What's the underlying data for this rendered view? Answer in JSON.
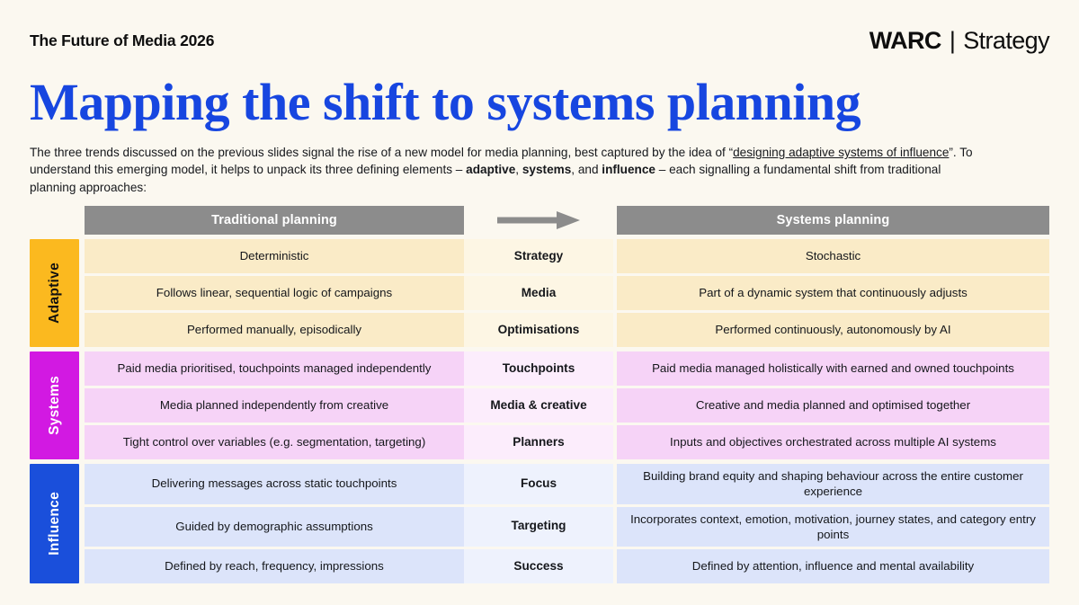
{
  "header": {
    "deck_title": "The Future of Media 2026",
    "brand": {
      "primary": "WARC",
      "separator": "|",
      "secondary": "Strategy"
    }
  },
  "hero": {
    "title": "Mapping the shift to systems planning"
  },
  "intro": {
    "part1": "The three trends discussed on the previous slides signal the rise of a new model for media planning, best captured by the idea of “",
    "underline1": "designing adaptive systems of influence",
    "part2": "”. To understand this emerging model, it helps to unpack its three defining elements – ",
    "bold1": "adaptive",
    "part3": ", ",
    "bold2": "systems",
    "part4": ", and ",
    "bold3": "influence",
    "part5": " – each signalling a fundamental shift from traditional planning approaches:"
  },
  "matrix": {
    "columns": {
      "left_header": "Traditional planning",
      "mid_header": "",
      "right_header": "Systems planning",
      "arrow_icon": "arrow-right-icon"
    },
    "colors": {
      "adaptive": "#FBB91F",
      "systems": "#D219E2",
      "influence": "#1A4FDB",
      "header_bar": "#8C8C8C",
      "title_blue": "#1746E0",
      "page_background": "#FBF8F0"
    },
    "groups": [
      {
        "label": "Adaptive",
        "rows": [
          {
            "left": "Deterministic",
            "mid": "Strategy",
            "right": "Stochastic"
          },
          {
            "left": "Follows linear, sequential logic of campaigns",
            "mid": "Media",
            "right": "Part of a dynamic system that continuously adjusts"
          },
          {
            "left": "Performed manually, episodically",
            "mid": "Optimisations",
            "right": "Performed continuously, autonomously by AI"
          }
        ]
      },
      {
        "label": "Systems",
        "rows": [
          {
            "left": "Paid media prioritised, touchpoints managed independently",
            "mid": "Touchpoints",
            "right": "Paid media managed holistically with earned and owned touchpoints"
          },
          {
            "left": "Media planned independently from creative",
            "mid": "Media & creative",
            "right": "Creative and media planned and optimised together"
          },
          {
            "left": "Tight control over variables (e.g. segmentation, targeting)",
            "mid": "Planners",
            "right": "Inputs and objectives orchestrated across multiple AI systems"
          }
        ]
      },
      {
        "label": "Influence",
        "rows": [
          {
            "left": "Delivering messages across static touchpoints",
            "mid": "Focus",
            "right": "Building brand equity and shaping behaviour across the entire customer experience"
          },
          {
            "left": "Guided by demographic assumptions",
            "mid": "Targeting",
            "right": "Incorporates context, emotion, motivation, journey states, and category entry points"
          },
          {
            "left": "Defined by reach, frequency, impressions",
            "mid": "Success",
            "right": "Defined by attention, influence and mental availability"
          }
        ]
      }
    ]
  }
}
